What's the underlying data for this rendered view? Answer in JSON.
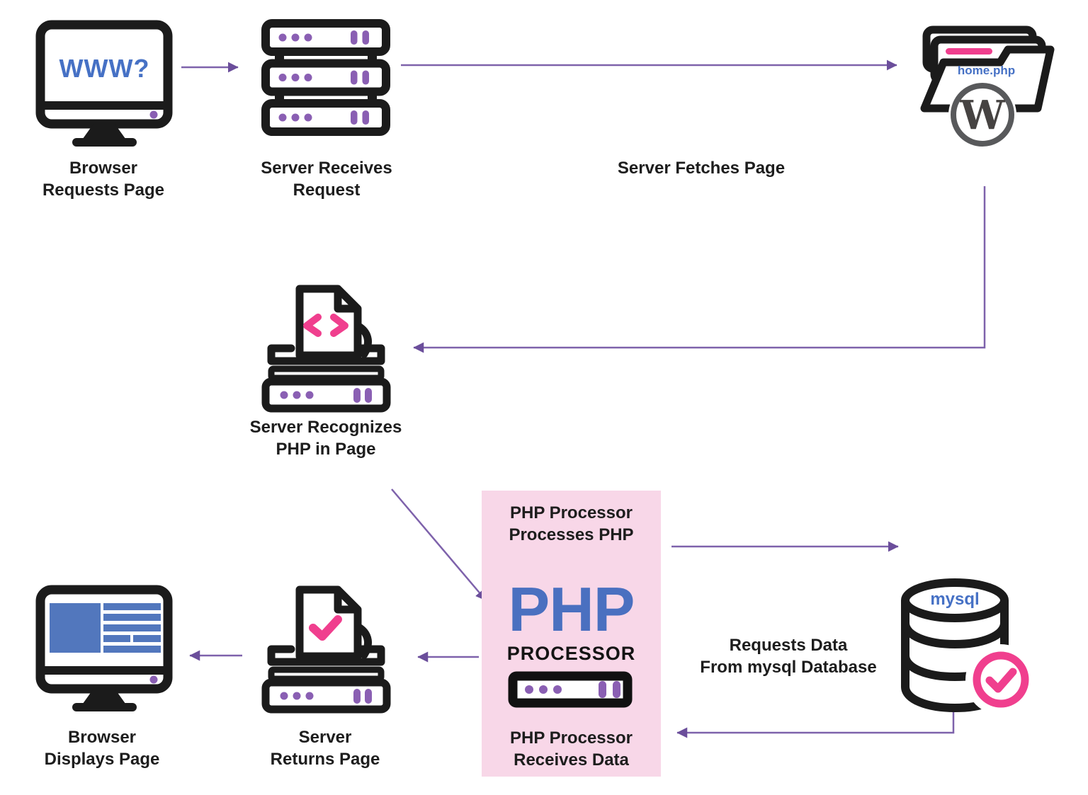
{
  "nodes": {
    "browser_requests": {
      "screen_text": "WWW?",
      "label": "Browser\nRequests Page"
    },
    "server_receives": {
      "label": "Server Receives\nRequest"
    },
    "server_fetches": {
      "label": "Server Fetches Page"
    },
    "wordpress_folder": {
      "filename": "home.php",
      "logo_letter": "W"
    },
    "server_recognizes": {
      "label": "Server Recognizes\nPHP in Page"
    },
    "php_processor": {
      "processes_label": "PHP Processor\nProcesses PHP",
      "title": "PHP",
      "subtitle": "PROCESSOR",
      "receives_label": "PHP Processor\nReceives Data"
    },
    "mysql_database": {
      "db_text": "mysql",
      "request_label": "Requests Data\nFrom mysql Database"
    },
    "server_returns": {
      "label": "Server\nReturns Page"
    },
    "browser_displays": {
      "label": "Browser\nDisplays Page"
    }
  },
  "colors": {
    "icon_stroke": "#1b1b1b",
    "accent_purple": "#8a5fb3",
    "arrow_purple": "#7e62ab",
    "arrowhead_purple": "#6b4e9b",
    "accent_pink": "#f03f8e",
    "accent_blue": "#4671c5",
    "screen_blue": "#5277bd",
    "php_box_bg": "#f8d7e8",
    "wordpress_gray": "#58595b",
    "label_text": "#1d1d1d"
  }
}
